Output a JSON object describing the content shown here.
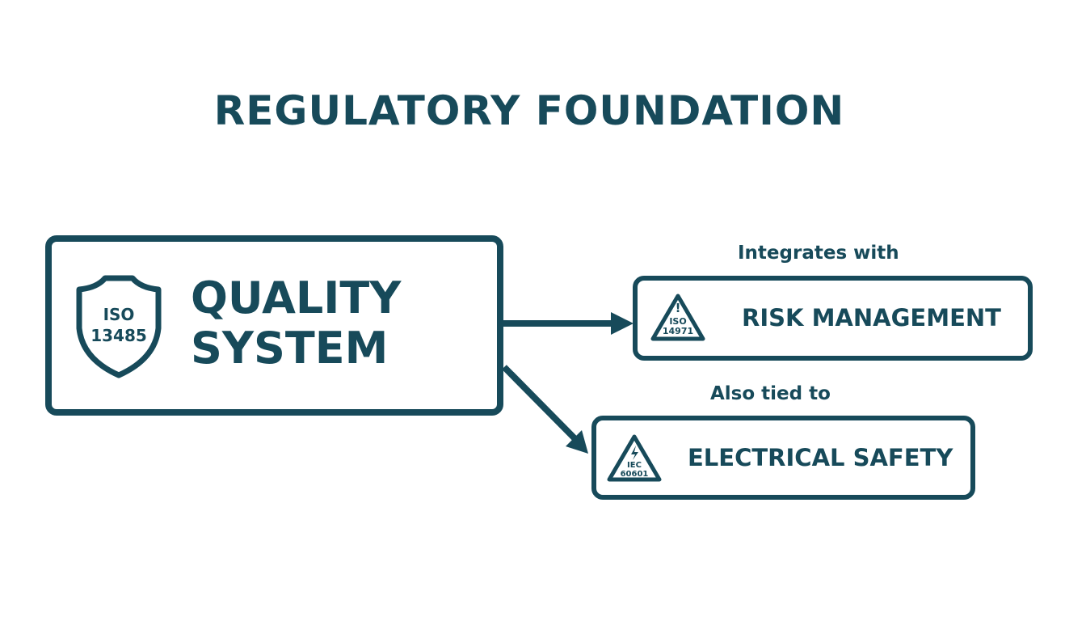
{
  "title": "REGULATORY FOUNDATION",
  "quality_system": {
    "line1": "QUALITY",
    "line2": "SYSTEM",
    "badge": {
      "icon": "shield-icon",
      "line1": "ISO",
      "line2": "13485"
    }
  },
  "risk_management": {
    "label": "RISK MANAGEMENT",
    "connector_label": "Integrates with",
    "badge": {
      "icon": "warning-triangle-icon",
      "line1": "ISO",
      "line2": "14971"
    }
  },
  "electrical_safety": {
    "label": "ELECTRICAL SAFETY",
    "connector_label": "Also tied to",
    "badge": {
      "icon": "lightning-triangle-icon",
      "line1": "IEC",
      "line2": "60601"
    }
  },
  "colors": {
    "primary": "#174a5a",
    "background": "#ffffff"
  }
}
